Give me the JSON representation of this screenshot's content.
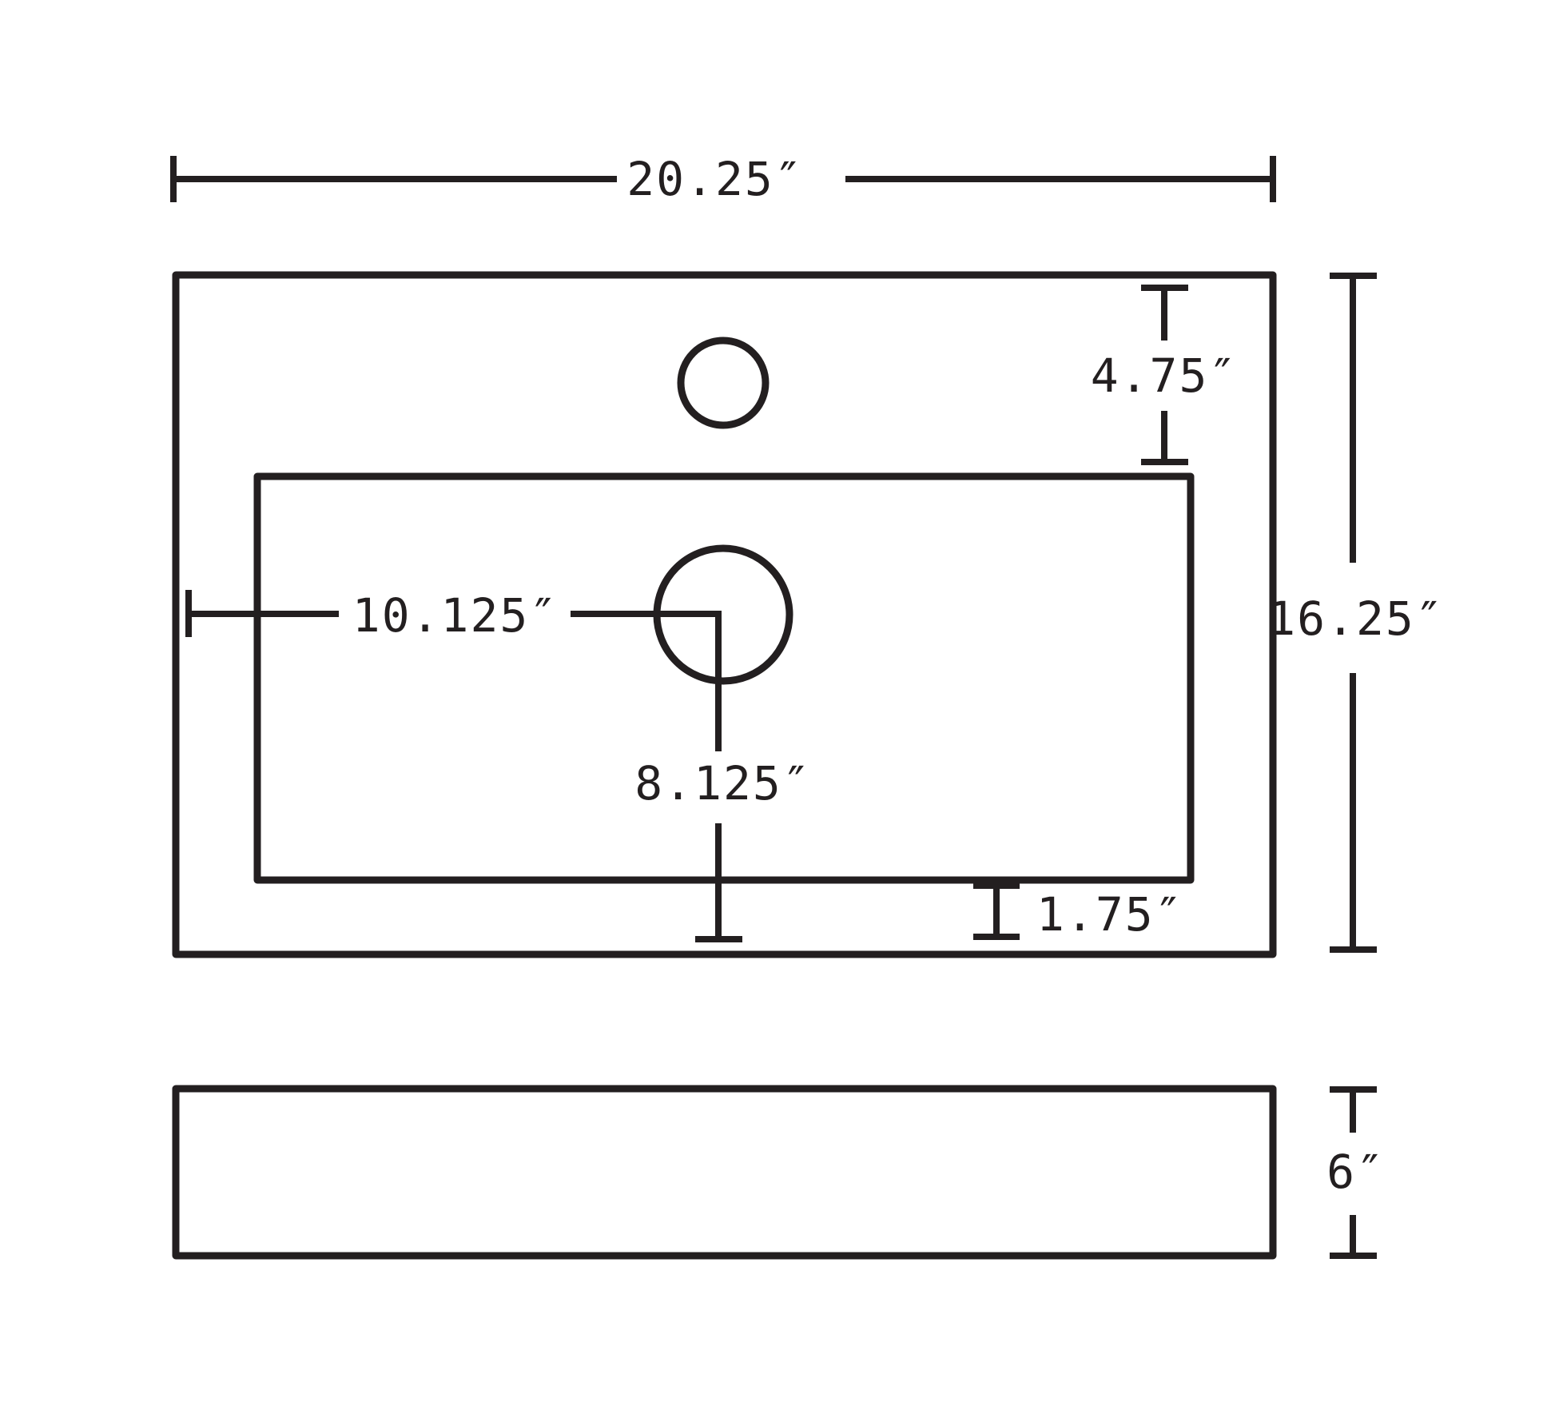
{
  "dimensions": {
    "overall_width": "20.25″",
    "overall_depth": "16.25″",
    "faucet_to_bowl": "4.75″",
    "drain_from_left": "10.125″",
    "drain_from_front": "8.125″",
    "front_rim": "1.75″",
    "height": "6″"
  },
  "colors": {
    "line": "#231f20",
    "background": "#ffffff"
  }
}
